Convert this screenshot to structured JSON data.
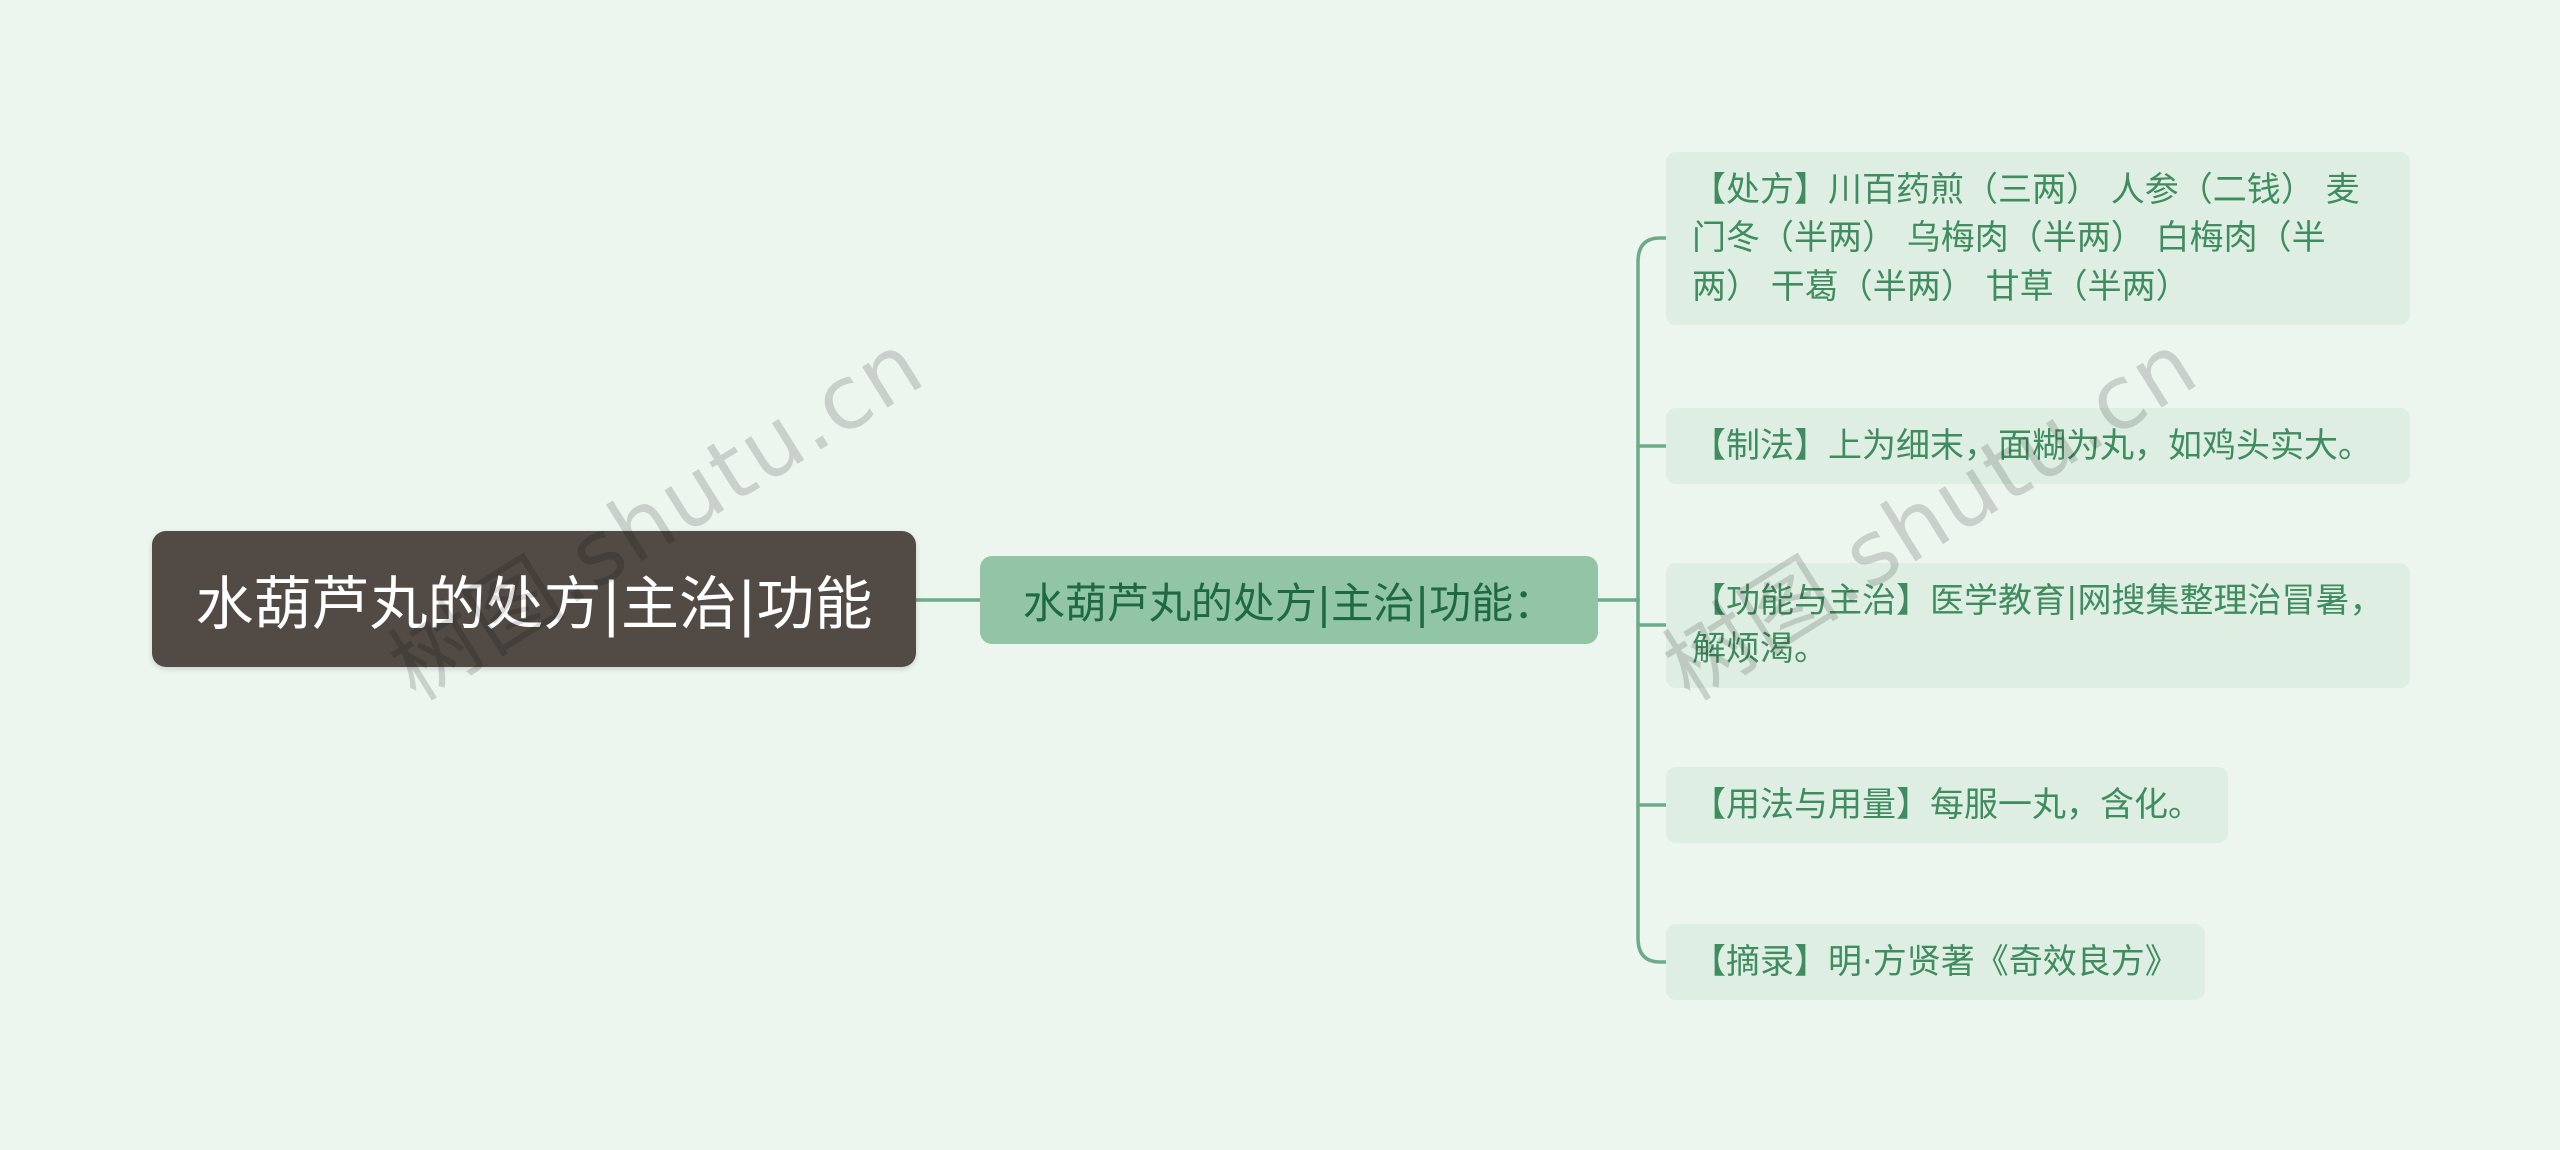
{
  "watermark": "树图.shutu.cn",
  "root": {
    "label": "水葫芦丸的处方|主治|功能"
  },
  "topic": {
    "label": "水葫芦丸的处方|主治|功能："
  },
  "branches": [
    {
      "id": "prescription",
      "text": "【处方】川百药煎（三两） 人参（二钱） 麦门冬（半两） 乌梅肉（半两） 白梅肉（半两） 干葛（半两） 甘草（半两）"
    },
    {
      "id": "preparation",
      "text": "【制法】上为细末，面糊为丸，如鸡头实大。"
    },
    {
      "id": "function-indication",
      "text": "【功能与主治】医学教育|网搜集整理治冒暑，解烦渴。"
    },
    {
      "id": "usage-dosage",
      "text": "【用法与用量】每服一丸，含化。"
    },
    {
      "id": "excerpt",
      "text": "【摘录】明·方贤著《奇效良方》"
    }
  ],
  "colors": {
    "bg": "#edf5ef",
    "root_bg": "#514a45",
    "root_text": "#ffffff",
    "topic_bg": "#92c5a6",
    "topic_text": "#1d6943",
    "branch_bg": "#deeee2",
    "branch_text": "#3e8c60",
    "connector": "#6cab87"
  }
}
